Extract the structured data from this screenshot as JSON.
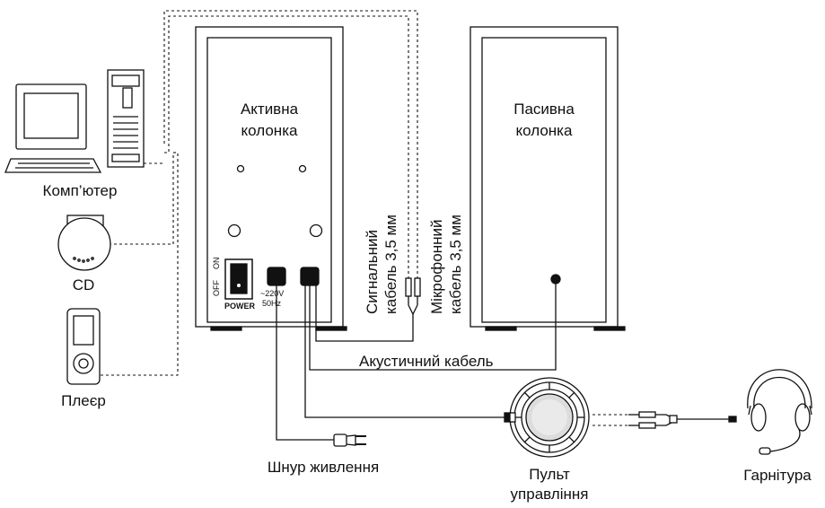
{
  "labels": {
    "active_speaker": [
      "Активна",
      "колонка"
    ],
    "passive_speaker": [
      "Пасивна",
      "колонка"
    ],
    "computer": "Комп’ютер",
    "cd": "CD",
    "player": "Плеєр",
    "signal_cable": [
      "Сигнальний",
      "кабель 3,5 мм"
    ],
    "mic_cable": [
      "Мікрофонний",
      "кабель 3,5 мм"
    ],
    "acoustic_cable": "Акустичний кабель",
    "power_cord": "Шнур живлення",
    "remote": [
      "Пульт",
      "управління"
    ],
    "headset": "Гарнітура",
    "switch_on": "ON",
    "switch_off": "OFF",
    "power": "POWER",
    "voltage": "~220V",
    "frequency": "50Hz"
  }
}
